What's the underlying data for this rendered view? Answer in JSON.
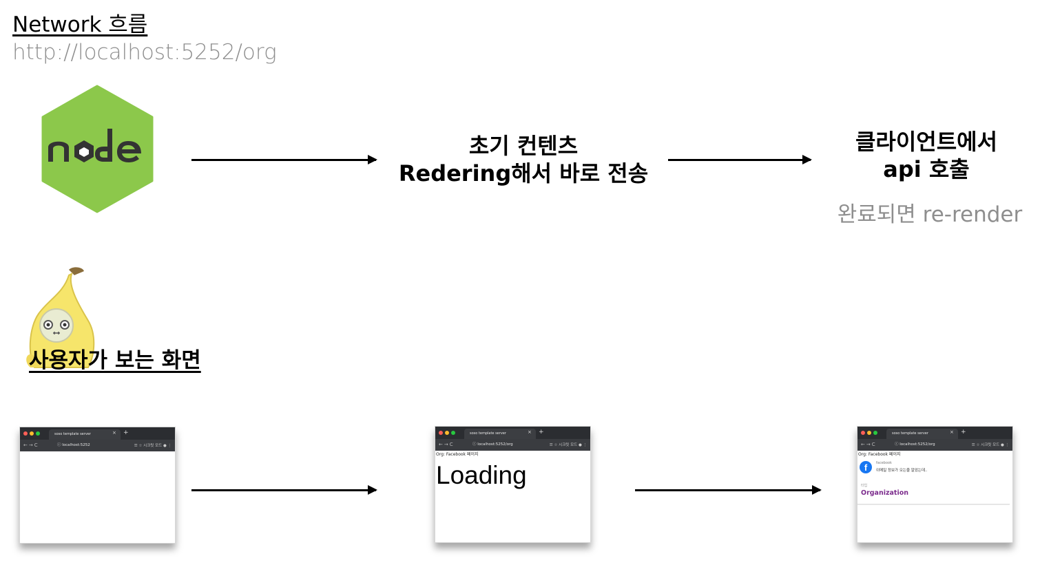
{
  "header": {
    "title": "Network 흐름",
    "url": "http://localhost:5252/org"
  },
  "flow": {
    "node_logo_text": "node",
    "step2_line1": "초기 컨텐츠",
    "step2_line2": "Redering해서 바로 전송",
    "step3_line1": "클라이언트에서",
    "step3_line2": "api 호출",
    "step3_sub": "완료되면 re-render"
  },
  "user_view": {
    "label": "사용자가 보는 화면",
    "browser": {
      "tab_title": "soso template server",
      "tab_close": "×",
      "tab_new": "+",
      "nav_icons": "←→C",
      "right_controls": "☰ ☆  시크릿 모드 ●  ⋮"
    },
    "screen1": {
      "address": "ⓘ  localhost:5252"
    },
    "screen2": {
      "address": "ⓘ  localhost:5252/org",
      "page_header": "Org: Facebook 페이지",
      "loading_text": "Loading"
    },
    "screen3": {
      "address": "ⓘ  localhost:5252/org",
      "page_header": "Org: Facebook 페이지",
      "fb_icon_letter": "f",
      "fb_small": "facebook",
      "fb_desc": "이메일 정보가 오는줄 알았는데..",
      "type_small": "타입",
      "org_name": "Organization"
    }
  },
  "colors": {
    "node_hex": "#8cc84b",
    "node_text": "#333333",
    "gray_text": "#8e8e8e",
    "org_purple": "#7b2b8c",
    "banana_yellow": "#f6e56b"
  }
}
